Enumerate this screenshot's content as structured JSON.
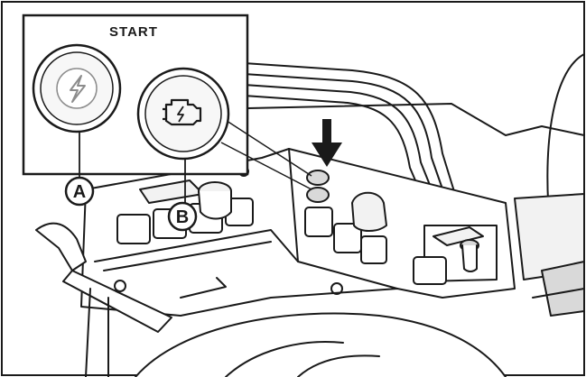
{
  "inset": {
    "title": "START"
  },
  "callouts": {
    "a": "A",
    "b": "B"
  },
  "icons": {
    "start_button": "lightning-bolt-icon",
    "engine_warning": "engine-check-icon",
    "pointer": "down-arrow-icon"
  },
  "colors": {
    "line": "#1a1a1a",
    "background": "#ffffff",
    "fill_light": "#f2f2f2",
    "fill_mid": "#d9d9d9",
    "fill_dark": "#8c8c8c"
  }
}
